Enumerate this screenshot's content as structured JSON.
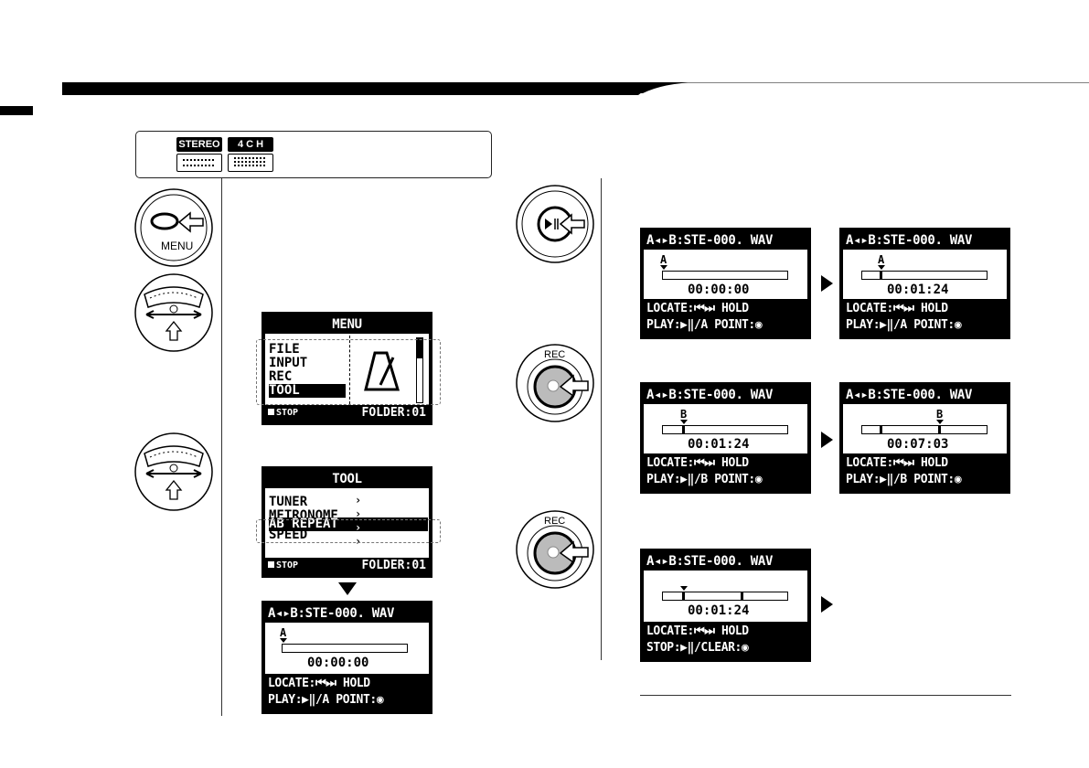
{
  "modes": {
    "stereo": "STEREO",
    "four_ch": "4 C H"
  },
  "buttons": {
    "menu": "MENU",
    "rec": "REC"
  },
  "menu_screen": {
    "title": "MENU",
    "items": [
      "FILE",
      "INPUT",
      "REC",
      "TOOL"
    ],
    "stop": "STOP",
    "folder": "FOLDER:01"
  },
  "tool_screen": {
    "title": "TOOL",
    "items": [
      "TUNER",
      "METRONOME",
      "AB REPEAT",
      "SPEED"
    ],
    "stop": "STOP",
    "folder": "FOLDER:01"
  },
  "ab_screens": {
    "file_title": "A◂▸B:STE-000. WAV",
    "locate_line": "LOCATE:⏮⏭ HOLD",
    "marker_a": "A",
    "marker_b": "B",
    "play_a": "PLAY:▶‖/A POINT:◉",
    "play_b": "PLAY:▶‖/B POINT:◉",
    "stop_clear": "STOP:▶‖/CLEAR:◉",
    "times": {
      "s1": "00:00:00",
      "s2": "00:01:24",
      "s3": "00:01:24",
      "s4": "00:07:03",
      "s5": "00:01:24",
      "left": "00:00:00"
    }
  }
}
